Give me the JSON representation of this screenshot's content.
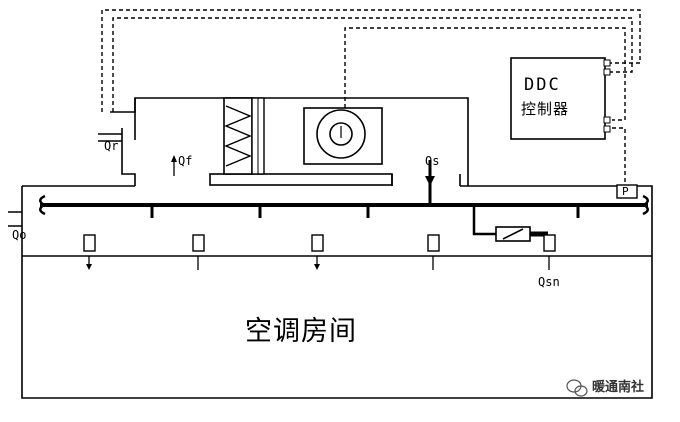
{
  "labels": {
    "qr": "Qr",
    "qf": "Qf",
    "qs": "Qs",
    "qo": "Qo",
    "qsn": "Qsn",
    "p": "P"
  },
  "controller": {
    "line1": "DDC",
    "line2": "控制器"
  },
  "room_label": "空调房间",
  "watermark": {
    "text": "暖通南社",
    "icon": "wechat-icon"
  },
  "colors": {
    "line": "#000000",
    "background": "#ffffff"
  }
}
